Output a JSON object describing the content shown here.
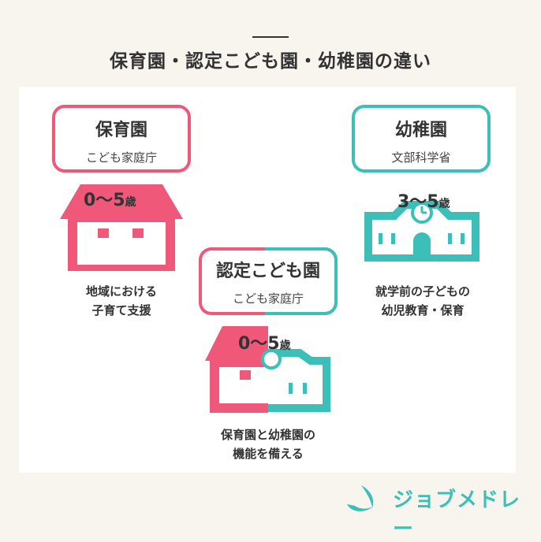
{
  "title": "保育園・認定こども園・幼稚園の違い",
  "hoikuen": {
    "name": "保育園",
    "ministry": "こども家庭庁",
    "age": "0～5",
    "age_suffix": "歳",
    "desc_line1": "地域における",
    "desc_line2": "子育て支援",
    "color": "#f0587a"
  },
  "yochien": {
    "name": "幼稚園",
    "ministry": "文部科学省",
    "age": "3～5",
    "age_suffix": "歳",
    "desc_line1": "就学前の子どもの",
    "desc_line2": "幼児教育・保育",
    "color": "#3bbfb8"
  },
  "nintei": {
    "name": "認定こども園",
    "ministry": "こども家庭庁",
    "age": "0～5",
    "age_suffix": "歳",
    "desc_line1": "保育園と幼稚園の",
    "desc_line2": "機能を備える"
  },
  "brand": {
    "name": "ジョブメドレー"
  }
}
